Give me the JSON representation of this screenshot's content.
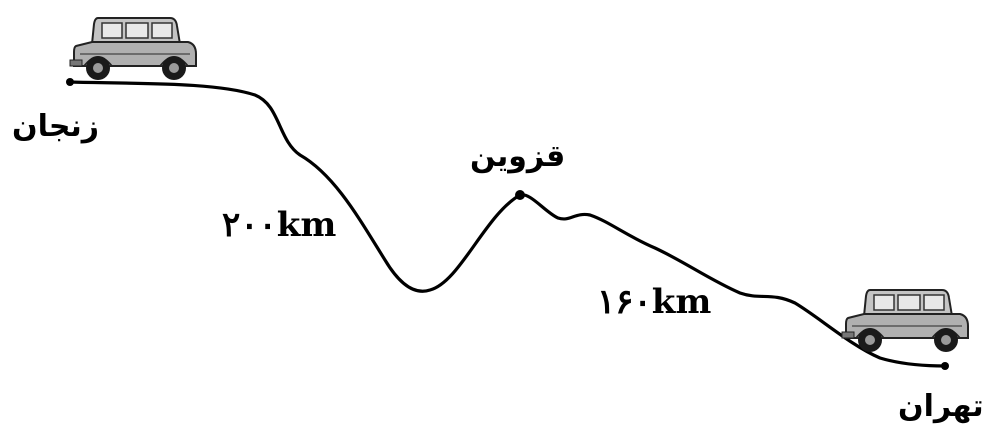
{
  "cities": {
    "zanjan": "زنجان",
    "qazvin": "قزوين",
    "tehran": "تهران"
  },
  "distances": {
    "zanjan_qazvin": "۲۰۰km",
    "qazvin_tehran": "۱۶۰km"
  },
  "colors": {
    "road": "#000000",
    "car_body": "#b8b8b8",
    "car_outline": "#222222",
    "wheel": "#1a1a1a"
  },
  "icons": {
    "start_vehicle": "jeep-icon",
    "end_vehicle": "jeep-icon"
  }
}
